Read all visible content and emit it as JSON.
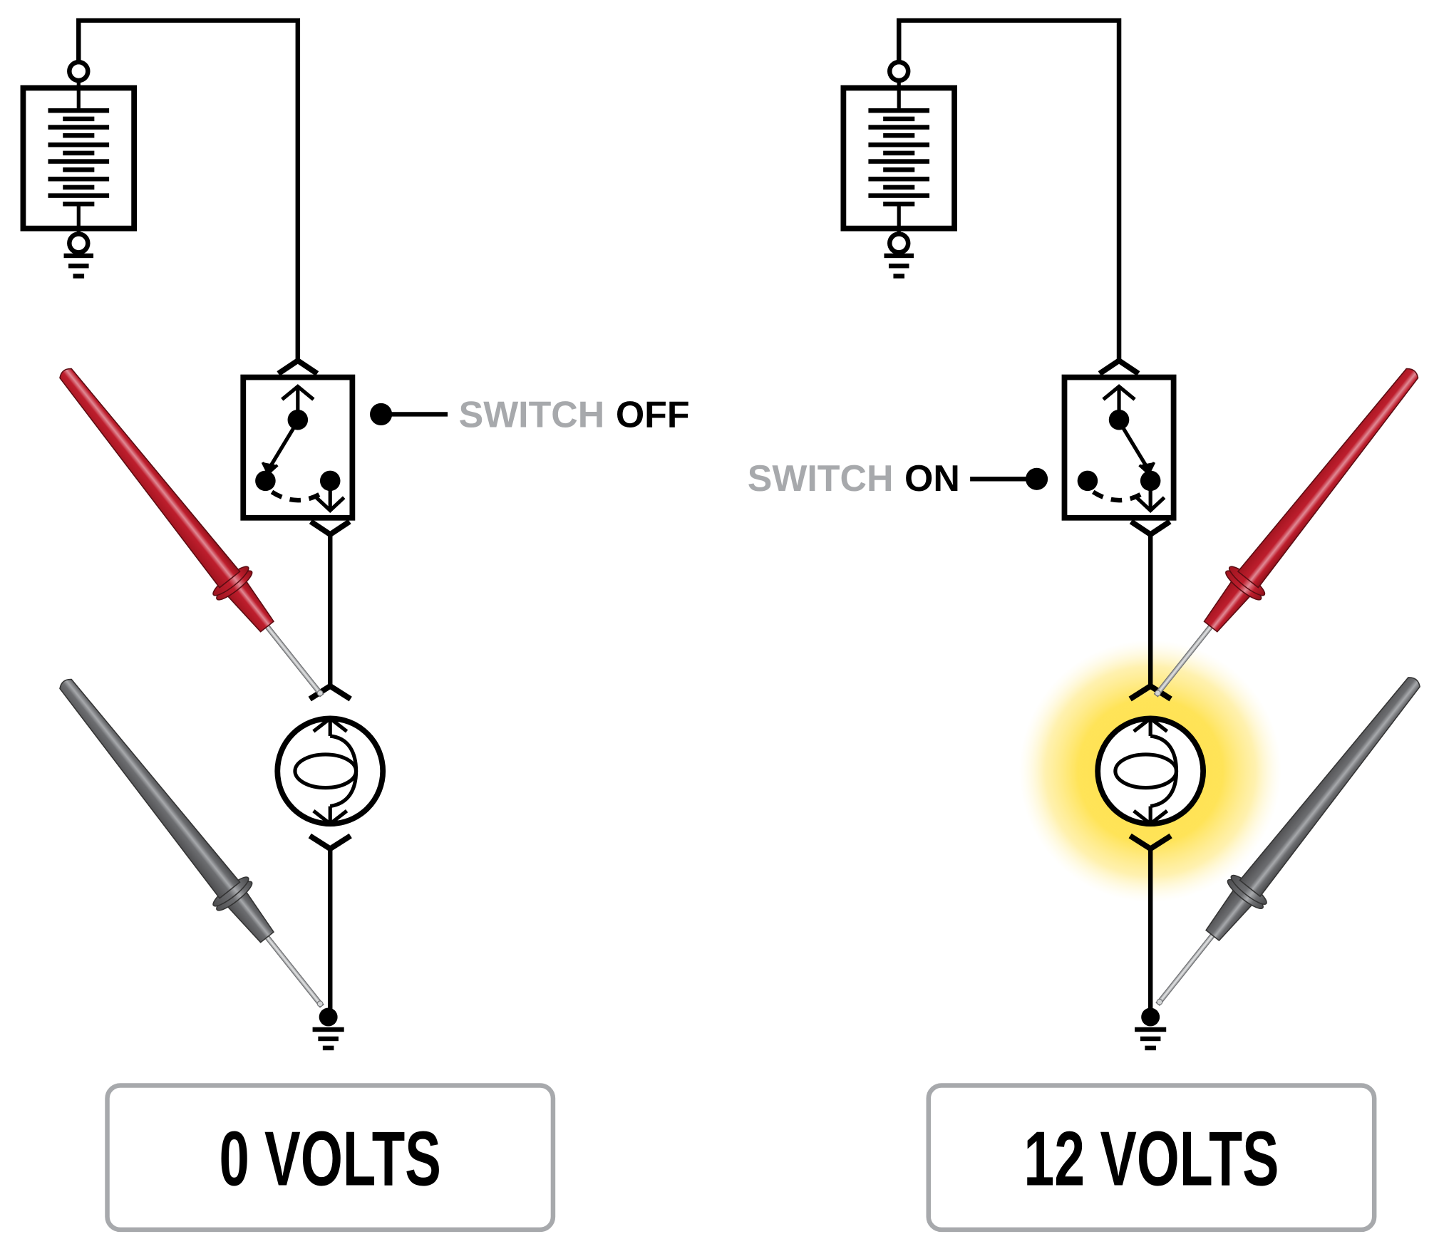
{
  "colors": {
    "wire": "#000000",
    "label_gray": "#a7a9ac",
    "red_probe": "#be1e2d",
    "black_probe": "#6d6e71",
    "glow": "#ffe24f",
    "readout_border": "#a7a9ac"
  },
  "left_circuit": {
    "switch_label_word": "SWITCH",
    "switch_state": "OFF",
    "lamp_lit": false,
    "readout": "0 VOLTS"
  },
  "right_circuit": {
    "switch_label_word": "SWITCH",
    "switch_state": "ON",
    "lamp_lit": true,
    "readout": "12 VOLTS"
  },
  "icons": [
    "battery-icon",
    "ground-icon",
    "switch-icon",
    "lamp-icon",
    "red-test-probe-icon",
    "black-test-probe-icon"
  ]
}
